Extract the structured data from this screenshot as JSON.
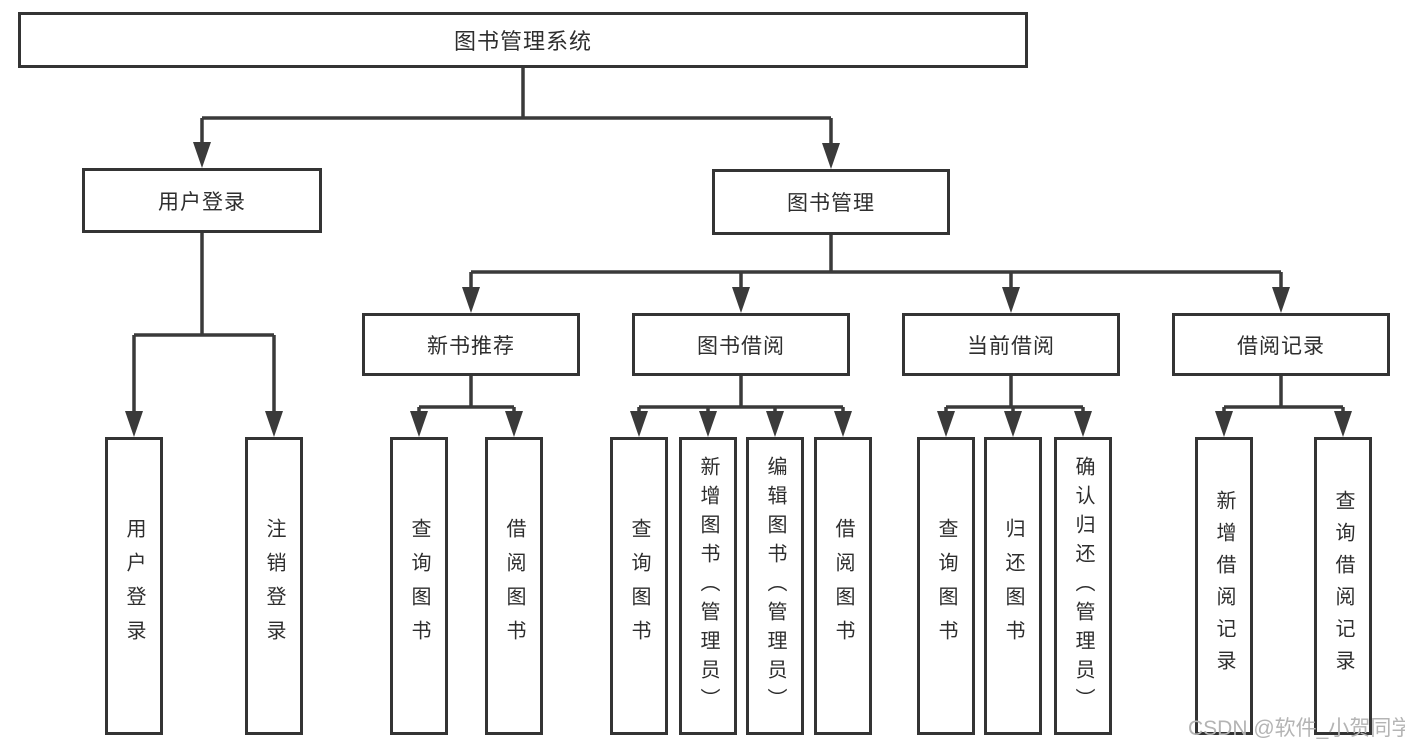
{
  "diagram": {
    "type": "hierarchy-tree",
    "tree": {
      "root": {
        "label": "图书管理系统",
        "children": [
          {
            "label": "用户登录",
            "children": [
              {
                "label": "用户登录"
              },
              {
                "label": "注销登录"
              }
            ]
          },
          {
            "label": "图书管理",
            "children": [
              {
                "label": "新书推荐",
                "children": [
                  {
                    "label": "查询图书"
                  },
                  {
                    "label": "借阅图书"
                  }
                ]
              },
              {
                "label": "图书借阅",
                "children": [
                  {
                    "label": "查询图书"
                  },
                  {
                    "label": "新增图书（管理员）"
                  },
                  {
                    "label": "编辑图书（管理员）"
                  },
                  {
                    "label": "借阅图书"
                  }
                ]
              },
              {
                "label": "当前借阅",
                "children": [
                  {
                    "label": "查询图书"
                  },
                  {
                    "label": "归还图书"
                  },
                  {
                    "label": "确认归还（管理员）"
                  }
                ]
              },
              {
                "label": "借阅记录",
                "children": [
                  {
                    "label": "新增借阅记录"
                  },
                  {
                    "label": "查询借阅记录"
                  }
                ]
              }
            ]
          }
        ]
      }
    },
    "colors": {
      "line": "#3a3a3a",
      "box_border": "#343434",
      "box_fill": "#ffffff",
      "text": "#2e2e2e",
      "watermark_text": "#b4b4b4",
      "background": "#ffffff"
    }
  },
  "watermark": "CSDN @软件_小贺同学"
}
